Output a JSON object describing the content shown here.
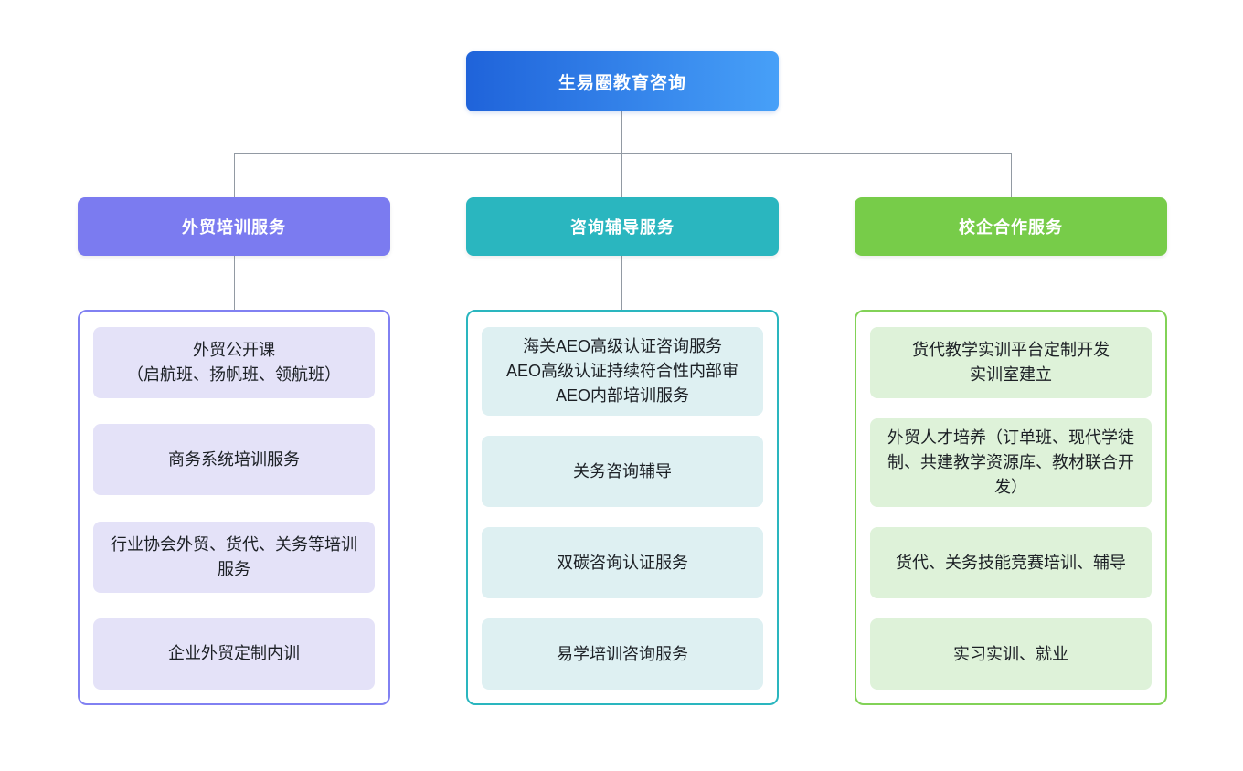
{
  "root": {
    "label": "生易圈教育咨询"
  },
  "colors": {
    "root_gradient_start": "#1f63da",
    "root_gradient_end": "#47a0f8",
    "connector": "#929aa3"
  },
  "branches": [
    {
      "label": "外贸培训服务",
      "accent": "#7b7bf0",
      "border": "#8181f2",
      "item_fill": "#e4e2f8",
      "items": [
        {
          "text": "外贸公开课\n（启航班、扬帆班、领航班）"
        },
        {
          "text": "商务系统培训服务"
        },
        {
          "text": "行业协会外贸、货代、关务等培训服务"
        },
        {
          "text": "企业外贸定制内训"
        }
      ]
    },
    {
      "label": "咨询辅导服务",
      "accent": "#2ab6bf",
      "border": "#2ab6bf",
      "item_fill": "#def0f2",
      "items": [
        {
          "text": "海关AEO高级认证咨询服务\nAEO高级认证持续符合性内部审\nAEO内部培训服务"
        },
        {
          "text": "关务咨询辅导"
        },
        {
          "text": "双碳咨询认证服务"
        },
        {
          "text": "易学培训咨询服务"
        }
      ]
    },
    {
      "label": "校企合作服务",
      "accent": "#77cc49",
      "border": "#82d257",
      "item_fill": "#def2d9",
      "items": [
        {
          "text": "货代教学实训平台定制开发\n实训室建立"
        },
        {
          "text": "外贸人才培养（订单班、现代学徒制、共建教学资源库、教材联合开发）"
        },
        {
          "text": "货代、关务技能竞赛培训、辅导"
        },
        {
          "text": "实习实训、就业"
        }
      ]
    }
  ]
}
